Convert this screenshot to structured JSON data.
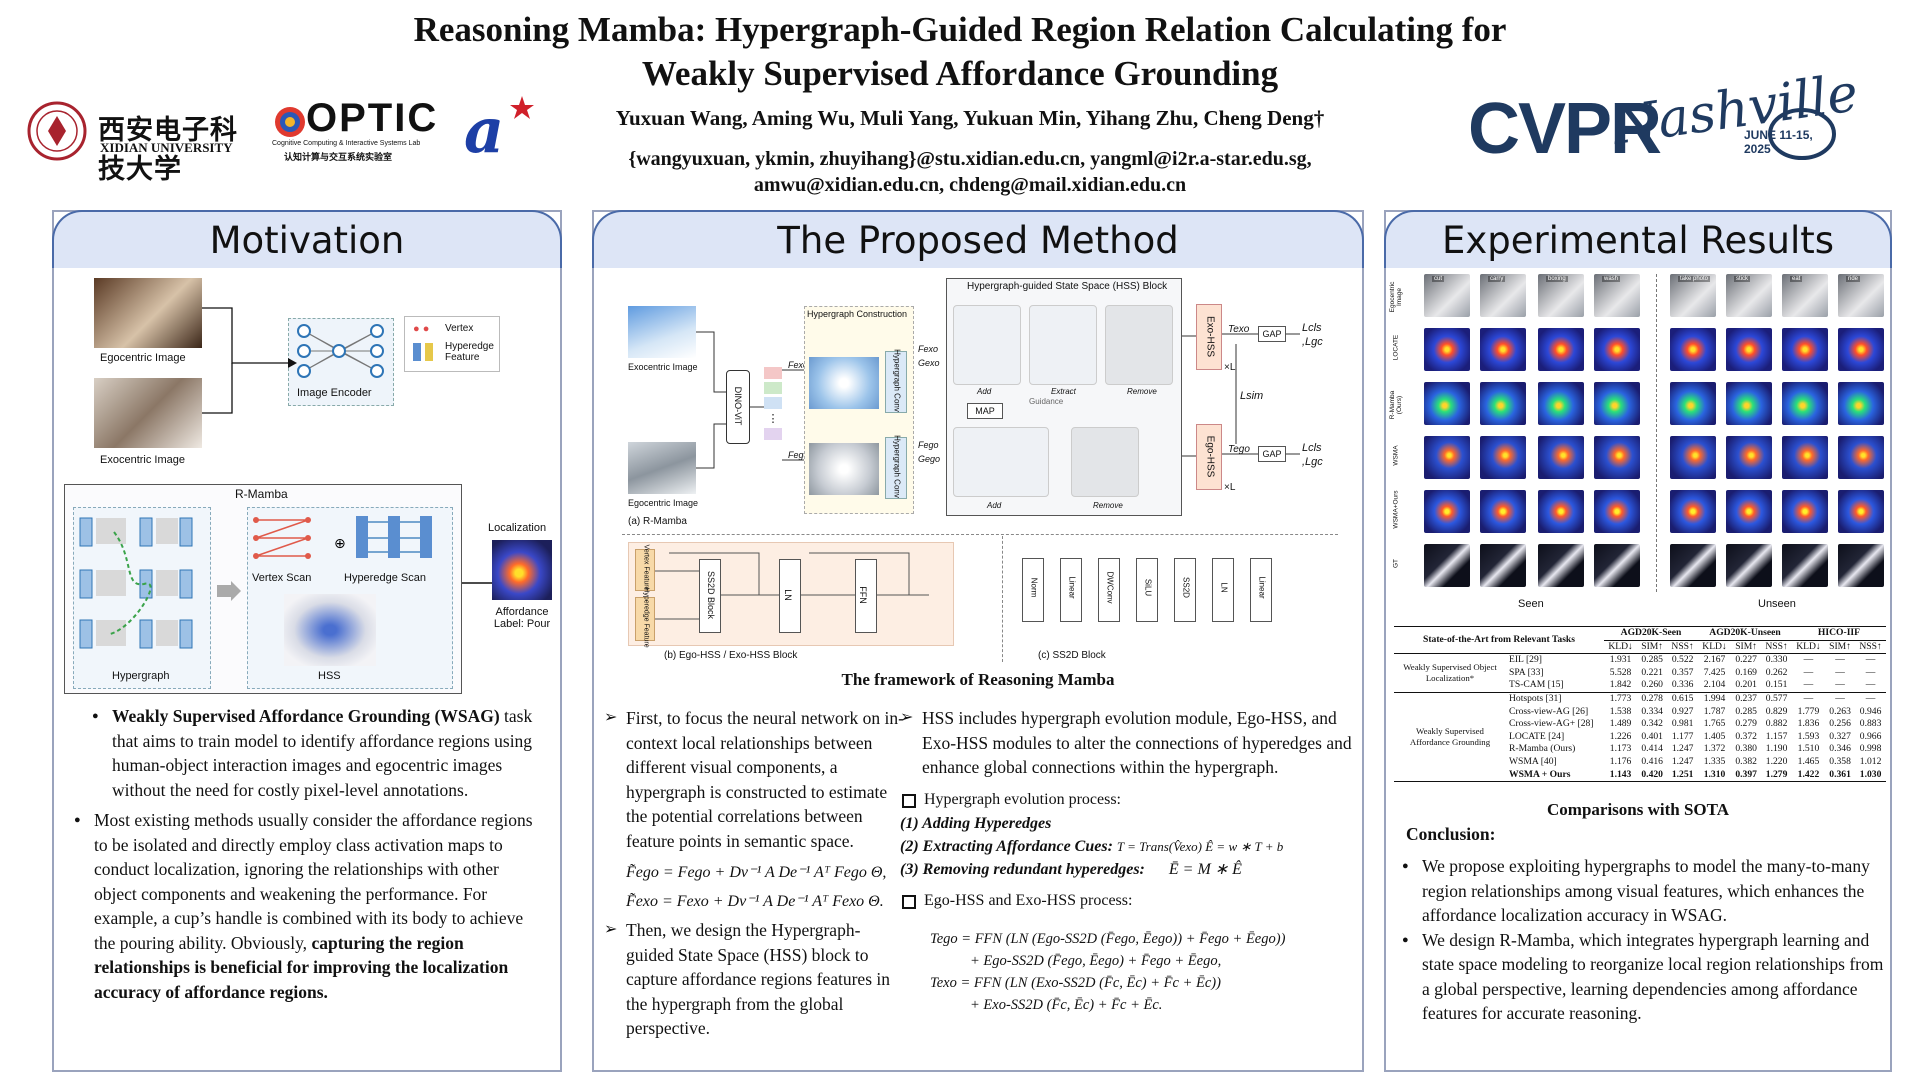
{
  "header": {
    "title_line1": "Reasoning Mamba: Hypergraph-Guided Region Relation Calculating for",
    "title_line2": "Weakly Supervised Affordance Grounding",
    "authors": "Yuxuan Wang, Aming Wu, Muli Yang, Yukuan Min, Yihang Zhu, Cheng Deng†",
    "emails_line1": "{wangyuxuan, ykmin, zhuyihang}@stu.xidian.edu.cn, yangml@i2r.a-star.edu.sg,",
    "emails_line2": "amwu@xidian.edu.cn, chdeng@mail.xidian.edu.cn",
    "logos": {
      "xidian_cn": "西安电子科技大学",
      "xidian_en": "XIDIAN UNIVERSITY",
      "optic": "OPTIC",
      "optic_sub": "Cognitive Computing & Interactive Systems Lab",
      "optic_cn": "认知计算与交互系统实验室",
      "cvpr": "CVPR",
      "cvpr_script": "Nashville",
      "cvpr_date": "JUNE 11-15, 2025"
    }
  },
  "motivation": {
    "heading": "Motivation",
    "fig": {
      "ego_label": "Egocentric Image",
      "exo_label": "Exocentric Image",
      "encoder_label": "Image Encoder",
      "legend_vertex": "Vertex",
      "legend_hyperedge": "Hyperedge Feature",
      "rmamba_label": "R-Mamba",
      "vertex_scan": "Vertex Scan",
      "hyperedge_scan": "Hyperedge Scan",
      "hypergraph": "Hypergraph",
      "hss": "HSS",
      "localization": "Localization",
      "affordance_label": "Affordance Label: Pour"
    },
    "bullet1_bold": "Weakly Supervised Affordance Grounding (WSAG)",
    "bullet1_rest": "task that aims to train model to identify affordance regions using human-object interaction images and egocentric images without the need for costly pixel-level annotations.",
    "bullet2_rest": "Most existing methods usually consider the affordance regions to be isolated and directly employ class activation maps to conduct localization, ignoring the relationships with other object components and weakening the performance. For example, a cup’s handle is combined with its body to achieve the pouring ability. Obviously,",
    "bullet2_bold": "capturing the region relationships is beneficial for improving the localization accuracy of affordance regions."
  },
  "method": {
    "heading": "The Proposed Method",
    "fig": {
      "hss_block_title": "Hypergraph-guided State Space (HSS) Block",
      "hypergraph_construction": "Hypergraph Construction",
      "exo_image": "Exocentric Image",
      "ego_image": "Egocentric Image",
      "dino": "DINO-ViT",
      "hg_conv": "Hypergraph Conv",
      "map": "MAP",
      "guidance": "Guidance",
      "add": "Add",
      "extract": "Extract",
      "remove": "Remove",
      "exo_hss": "Exo-HSS",
      "ego_hss": "Ego-HSS",
      "gap": "GAP",
      "times_l": "×L",
      "l_cls": "Lcls",
      "l_gc": ",Lgc",
      "l_sim": "Lsim",
      "f_exo": "Fexo",
      "g_exo": "Gexo",
      "f_ego": "Fego",
      "g_ego": "Gego",
      "t_exo": "Texo",
      "t_ego": "Tego",
      "a_label": "(a) R-Mamba",
      "b_label": "(b) Ego-HSS / Exo-HSS Block",
      "c_label": "(c) SS2D Block",
      "vertex_feature": "Vertex Feature",
      "hyperedge_feature": "Hyperedge Feature",
      "ss2d_block": "SS2D Block",
      "ln": "LN",
      "ffn": "FFN",
      "ss2d_chain": [
        "Norm",
        "Linear",
        "DWConv",
        "SiLU",
        "SS2D",
        "LN",
        "Linear"
      ]
    },
    "caption": "The framework of Reasoning Mamba",
    "left_p1": "First, to focus the neural network on in-context local relationships between different visual components, a hypergraph is constructed to estimate the potential correlations between feature points in semantic space.",
    "eq1": "F̃ego = Fego + Dv⁻¹ A De⁻¹ Aᵀ Fego Θ,",
    "eq2": "F̃exo = Fexo + Dv⁻¹ A De⁻¹ Aᵀ Fexo Θ.",
    "left_p2": "Then, we design the Hypergraph-guided State Space (HSS) block to capture affordance regions features in the hypergraph from the global perspective.",
    "right_p1": "HSS includes hypergraph evolution module, Ego-HSS, and Exo-HSS modules to alter the connections of hyperedges and enhance global connections within the hypergraph.",
    "evo_title": "Hypergraph evolution process:",
    "step1": "(1) Adding Hyperedges",
    "step2": "(2) Extracting Affordance Cues:",
    "step2_eq": "T = Trans(V̂exo)  Ê = w ∗ T + b",
    "step3": "(3) Removing redundant hyperedges:",
    "step3_eq": "Ē = M ∗ Ê",
    "hss_title": "Ego-HSS and Exo-HSS process:",
    "eq3a": "Tego = FFN (LN (Ego-SS2D (F̄ego, Ēego)) + F̄ego + Ēego))",
    "eq3b": "+ Ego-SS2D (F̄ego, Ēego) + F̄ego + Ēego,",
    "eq4a": "Texo = FFN (LN (Exo-SS2D (F̄c, Ēc) + F̄c + Ēc))",
    "eq4b": "+ Exo-SS2D (F̄c, Ēc) + F̄c + Ēc."
  },
  "results": {
    "heading": "Experimental Results",
    "row_labels": [
      "Egocentric Image",
      "LOCATE",
      "R-Mamba (Ours)",
      "WSMA",
      "WSMA+Ours",
      "GT"
    ],
    "col_tags": [
      "cut",
      "carry",
      "boxing",
      "wash",
      "take photo",
      "stick",
      "eat",
      "ride"
    ],
    "seen": "Seen",
    "unseen": "Unseen",
    "table": {
      "head_left": "State-of-the-Art from Relevant Tasks",
      "datasets": [
        "AGD20K-Seen",
        "AGD20K-Unseen",
        "HICO-IIF"
      ],
      "metrics": [
        "KLD↓",
        "SIM↑",
        "NSS↑",
        "KLD↓",
        "SIM↑",
        "NSS↑",
        "KLD↓",
        "SIM↑",
        "NSS↑"
      ],
      "groups": [
        {
          "name": "Weakly Supervised Object Localization*",
          "rows": [
            {
              "method": "EIL [29]",
              "vals": [
                "1.931",
                "0.285",
                "0.522",
                "2.167",
                "0.227",
                "0.330",
                "—",
                "—",
                "—"
              ]
            },
            {
              "method": "SPA [33]",
              "vals": [
                "5.528",
                "0.221",
                "0.357",
                "7.425",
                "0.169",
                "0.262",
                "—",
                "—",
                "—"
              ]
            },
            {
              "method": "TS-CAM [15]",
              "vals": [
                "1.842",
                "0.260",
                "0.336",
                "2.104",
                "0.201",
                "0.151",
                "—",
                "—",
                "—"
              ]
            }
          ]
        },
        {
          "name": "Weakly Supervised Affordance Grounding",
          "rows": [
            {
              "method": "Hotspots [31]",
              "vals": [
                "1.773",
                "0.278",
                "0.615",
                "1.994",
                "0.237",
                "0.577",
                "—",
                "—",
                "—"
              ]
            },
            {
              "method": "Cross-view-AG [26]",
              "vals": [
                "1.538",
                "0.334",
                "0.927",
                "1.787",
                "0.285",
                "0.829",
                "1.779",
                "0.263",
                "0.946"
              ]
            },
            {
              "method": "Cross-view-AG+ [28]",
              "vals": [
                "1.489",
                "0.342",
                "0.981",
                "1.765",
                "0.279",
                "0.882",
                "1.836",
                "0.256",
                "0.883"
              ]
            },
            {
              "method": "LOCATE [24]",
              "vals": [
                "1.226",
                "0.401",
                "1.177",
                "1.405",
                "0.372",
                "1.157",
                "1.593",
                "0.327",
                "0.966"
              ]
            },
            {
              "method": "R-Mamba (Ours)",
              "vals": [
                "1.173",
                "0.414",
                "1.247",
                "1.372",
                "0.380",
                "1.190",
                "1.510",
                "0.346",
                "0.998"
              ]
            },
            {
              "method": "WSMA [40]",
              "vals": [
                "1.176",
                "0.416",
                "1.247",
                "1.335",
                "0.382",
                "1.220",
                "1.465",
                "0.358",
                "1.012"
              ]
            },
            {
              "method": "WSMA + Ours",
              "vals": [
                "1.143",
                "0.420",
                "1.251",
                "1.310",
                "0.397",
                "1.279",
                "1.422",
                "0.361",
                "1.030"
              ]
            }
          ]
        }
      ]
    },
    "table_caption": "Comparisons with SOTA",
    "conclusion_title": "Conclusion:",
    "c1": "We propose exploiting hypergraphs to model the many-to-many region relationships among visual features, which enhances the affordance localization accuracy in WSAG.",
    "c2": "We design R-Mamba, which integrates hypergraph learning and state space modeling to reorganize local region relationships from a global perspective, learning dependencies among affordance features for accurate reasoning."
  },
  "colors": {
    "panel_header_bg": "#dde5f6",
    "panel_header_border": "#4a6aa8",
    "cvpr_blue": "#1f3a60",
    "accent_red": "#c8102e"
  }
}
